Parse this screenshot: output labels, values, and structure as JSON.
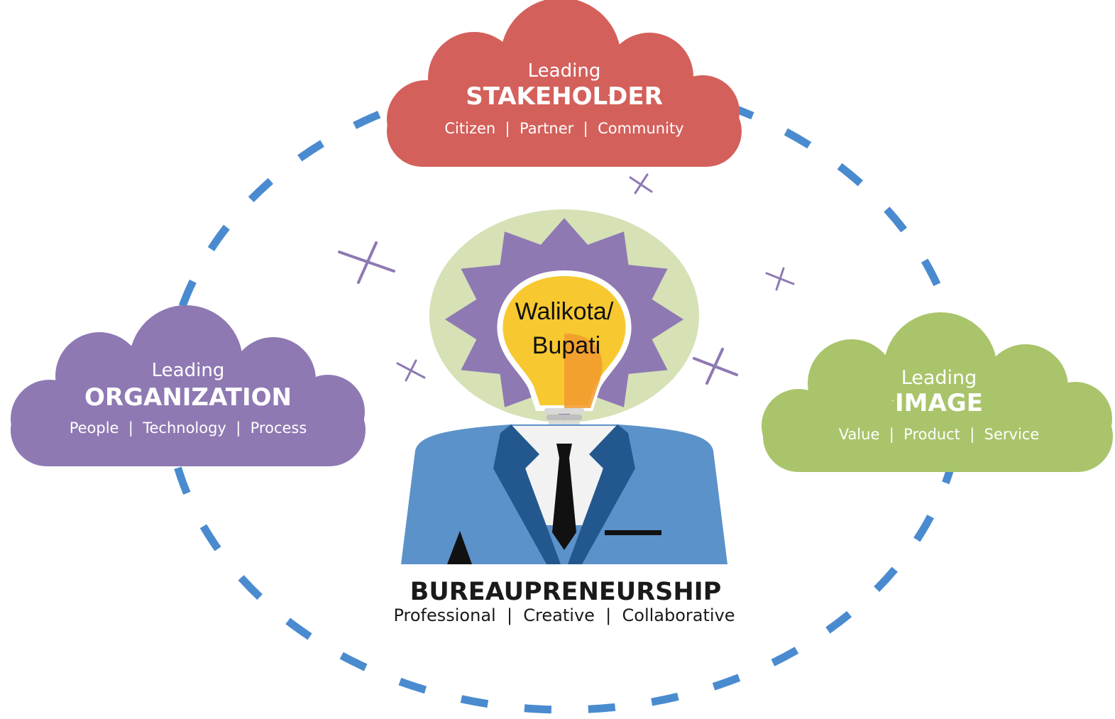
{
  "clouds": {
    "stakeholder": {
      "prefix": "Leading",
      "title": "STAKEHOLDER",
      "items": "Citizen  |  Partner  |  Community",
      "color": "#d4605b"
    },
    "organization": {
      "prefix": "Leading",
      "title": "ORGANIZATION",
      "items": "People  |  Technology  |  Process",
      "color": "#8e79b3"
    },
    "image": {
      "prefix": "Leading",
      "title": "IMAGE",
      "items": "Value  |  Product  |  Service",
      "color": "#a9c46a"
    }
  },
  "center": {
    "bulb_label_line1": "Walikota/",
    "bulb_label_line2": "Bupati",
    "title": "BUREAUPRENEURSHIP",
    "subtitle": "Professional  |  Creative  |  Collaborative"
  },
  "colors": {
    "ring": "#4a8bd0",
    "suit": "#5b92c9",
    "lapel": "#23588f",
    "halo": "#d6e1b6",
    "starburst": "#8e79b3",
    "bulb": "#f7c830",
    "spark": "#8e79b3"
  }
}
